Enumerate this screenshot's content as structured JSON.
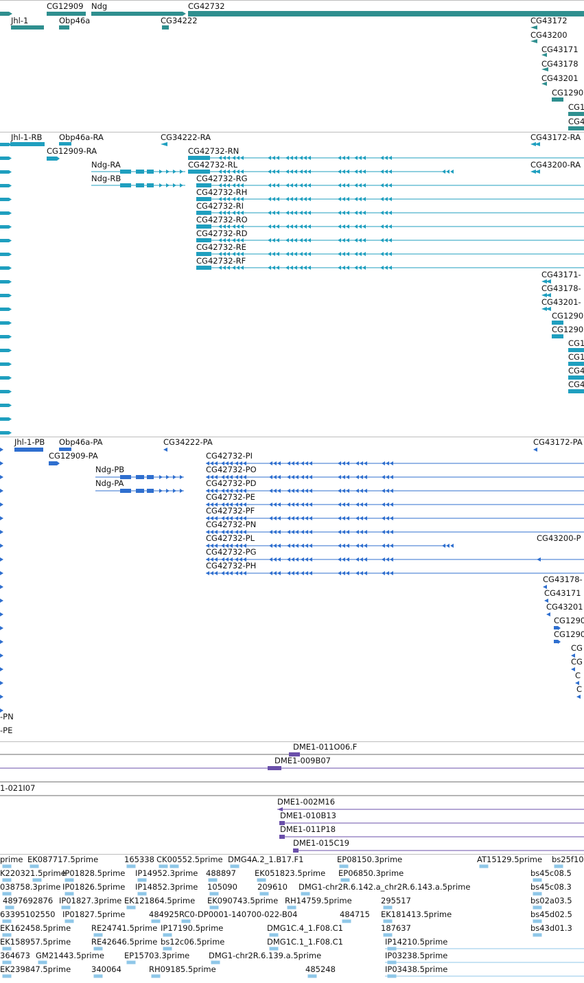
{
  "colors": {
    "genes": "#2f8f8f",
    "flybase_tx": "#1f9fbf",
    "refseq_tx": "#2f6fcf",
    "clones": "#6a4faa",
    "est": "#8fc7e8",
    "separator": "#bdbdbd"
  },
  "track_genes": {
    "labels": [
      "Jhl-1",
      "CG12909",
      "Ndg",
      "Obp46a",
      "CG42732",
      "CG34222",
      "CG43172",
      "CG43200",
      "CG43171",
      "CG43178",
      "CG43201",
      "CG1290",
      "CG1",
      "CG4"
    ]
  },
  "track_flybase": {
    "labels": [
      "Jhl-1-RB",
      "Obp46a-RA",
      "CG34222-RA",
      "CG43172-RA",
      "CG12909-RA",
      "CG42732-RN",
      "Ndg-RA",
      "CG42732-RL",
      "CG43200-RA",
      "Ndg-RB",
      "CG42732-RG",
      "CG42732-RH",
      "CG42732-RI",
      "CG42732-RO",
      "CG42732-RD",
      "CG42732-RE",
      "CG42732-RF",
      "CG43171-",
      "CG43178-",
      "CG43201-",
      "CG1290",
      "CG1290",
      "CG1",
      "CG1",
      "CG4",
      "CG4"
    ]
  },
  "track_refseq": {
    "labels": [
      "Jhl-1-PB",
      "Obp46a-PA",
      "CG34222-PA",
      "CG43172-PA",
      "CG12909-PA",
      "CG42732-PI",
      "Ndg-PB",
      "CG42732-PO",
      "Ndg-PA",
      "CG42732-PD",
      "CG42732-PE",
      "CG42732-PF",
      "CG42732-PN",
      "CG42732-PL",
      "CG43200-P",
      "CG42732-PG",
      "CG42732-PH",
      "CG43178-",
      "CG43171",
      "CG43201",
      "CG1290",
      "CG1290",
      "CG",
      "CG",
      "C",
      "C",
      "-PN",
      "-PE"
    ]
  },
  "track_clones": {
    "labels": [
      "DME1-011O06.F",
      "DME1-009B07",
      "1-021I07",
      "DME1-002M16",
      "DME1-010B13",
      "DME1-011P18",
      "DME1-015C19"
    ]
  },
  "track_est": {
    "labels": [
      "prime",
      "EK087717.5prime",
      "165338",
      "CK00552.5prime",
      "DMG4A.2_1.B17.F1",
      "EP08150.3prime",
      "AT15129.5prime",
      "bs25f10",
      "K22032",
      "1.5prime",
      "IP01828.5prime",
      "IP14952.3prime",
      "488897",
      "EK051823.5prime",
      "EP06850.3prime",
      "bs45c08.5",
      "038758.3prime",
      "IP01826.5prime",
      "IP14852.3prime",
      "105090",
      "209610",
      "DMG1-chr2R.6.142.a_chr2R.6.143.a.5prime",
      "bs45c08.3",
      "4897692876",
      "IP01827.3prime",
      "EK121864.5prime",
      "EK090743.5prime",
      "RH14759.5prime",
      "295517",
      "bs02a03.5",
      "63395102550",
      "IP01827.5prime",
      "484925",
      "RC0-DP0001-140700-022-B04",
      "484715",
      "EK181413.5prime",
      "bs45d02.5",
      "EK162458.5prime",
      "EK158957.5prime",
      "RE24741.5prime",
      "RE42646.5prime",
      "IP17190.5prime",
      "bs12c06.5prime",
      "DMG1C.4_1.F08.C1",
      "DMG1C.1_1.F08.C1",
      "187637",
      "bs43d01.3",
      "IP14210.5prime",
      "364673",
      "GM21443.5prime",
      "EP15703.3prime",
      "DMG1-chr2R.6.139.a.5prime",
      "IP03238.5prime",
      "EK239847.5prime",
      "340064",
      "RH09185.5prime",
      "485248",
      "IP03438.5prime"
    ]
  }
}
